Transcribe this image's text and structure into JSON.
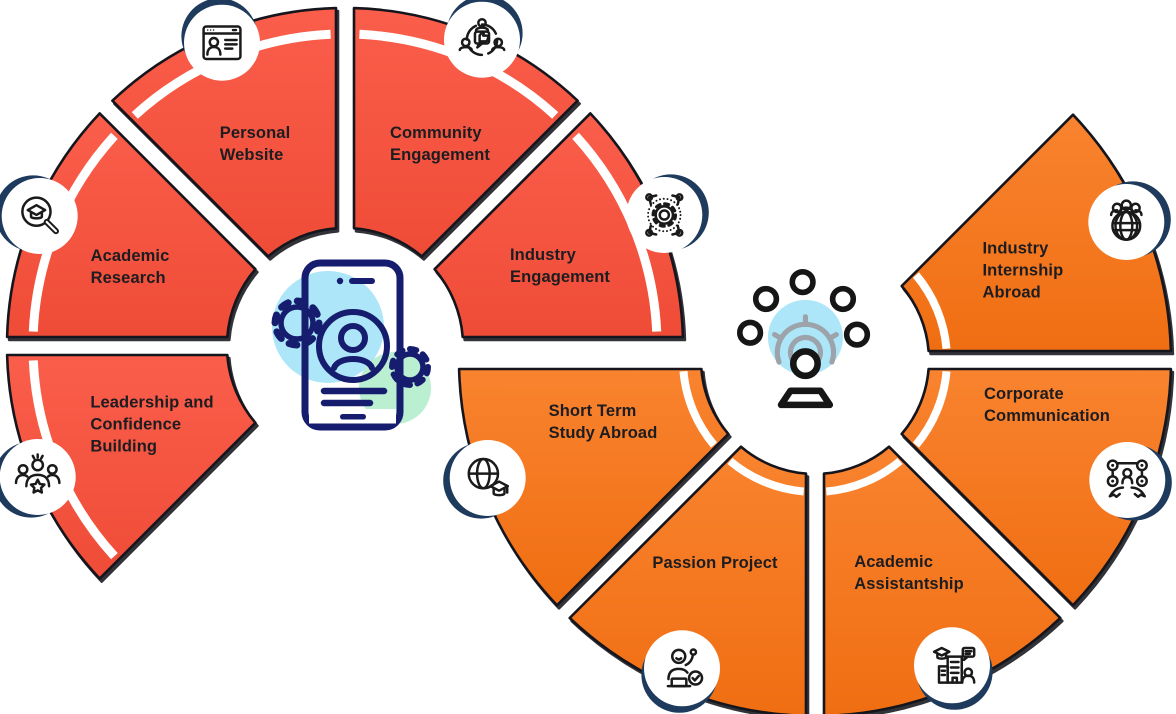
{
  "diagram": {
    "background_color": "#ffffff",
    "label_color": "#1d1c20",
    "fans": [
      {
        "name": "digital-presence-fan",
        "wedge_color": "#FA5E4B",
        "wedge_color_dark": "#EF4C37",
        "outline_color": "#15151d",
        "icon_ring_shadow_color": "#1e3a5c",
        "hub_icon": "phone-profile-gears",
        "segments": [
          {
            "label": "Academic\nResearch",
            "icon": "magnifier-graduation"
          },
          {
            "label": "Personal\nWebsite",
            "icon": "browser-profile"
          },
          {
            "label": "Community\nEngagement",
            "icon": "people-thumbsup"
          },
          {
            "label": "Industry\nEngagement",
            "icon": "gear-network"
          },
          {
            "label": "Leadership and\nConfidence\nBuilding",
            "icon": "team-star"
          }
        ]
      },
      {
        "name": "global-experience-fan",
        "wedge_color": "#F9832F",
        "wedge_color_dark": "#F06E12",
        "outline_color": "#15151d",
        "icon_ring_shadow_color": "#1e3a5c",
        "hub_icon": "presenter-network",
        "segments": [
          {
            "label": "Industry\nInternship Abroad",
            "icon": "globe-team"
          },
          {
            "label": "Corporate\nCommunication",
            "icon": "people-globe-network"
          },
          {
            "label": "Academic\nAssistantship",
            "icon": "campus-chat"
          },
          {
            "label": "Passion Project",
            "icon": "person-cheer"
          },
          {
            "label": "Short Term\nStudy Abroad",
            "icon": "globe-graduation"
          }
        ]
      }
    ]
  }
}
